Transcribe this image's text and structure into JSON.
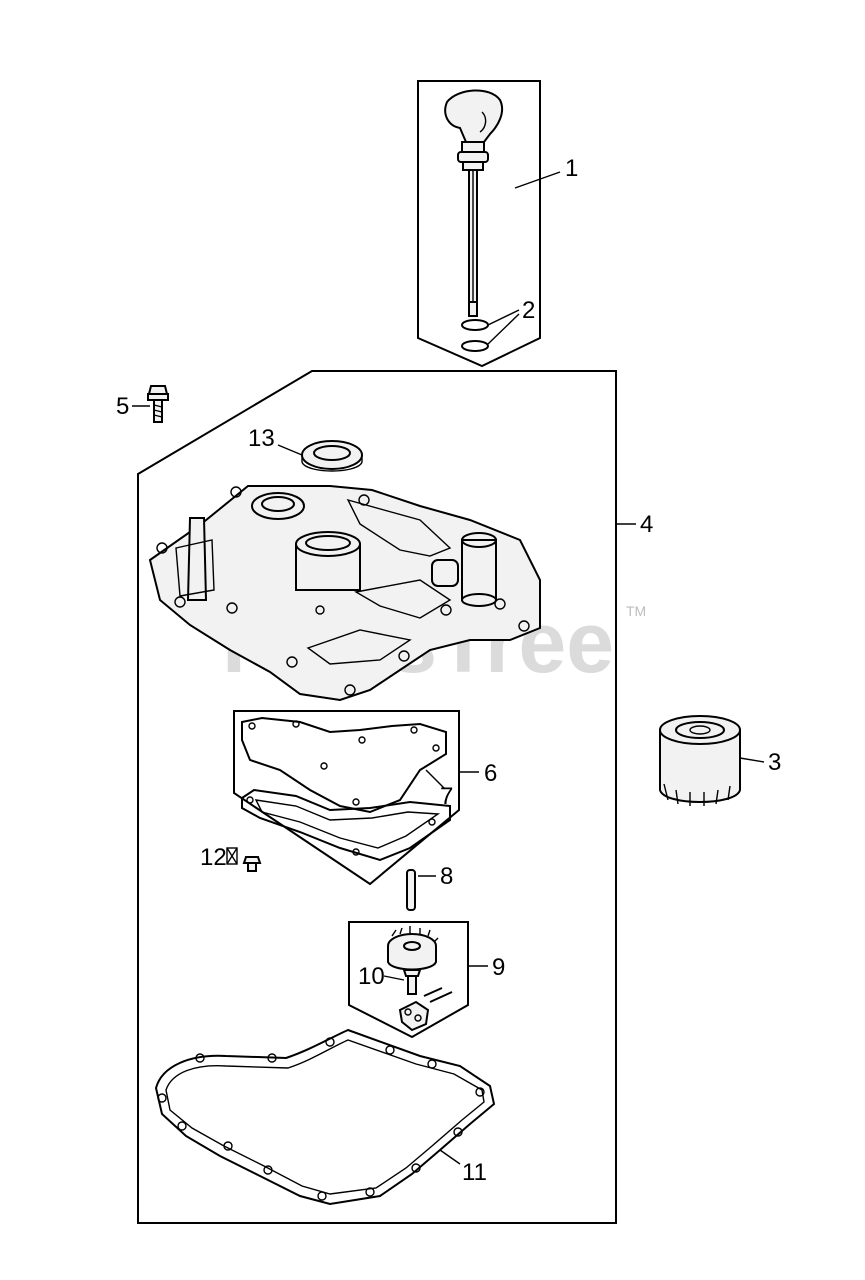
{
  "watermark": {
    "text": "PartsTree",
    "trademark": "TM"
  },
  "callouts": {
    "c1": "1",
    "c2": "2",
    "c3": "3",
    "c4": "4",
    "c5": "5",
    "c6": "6",
    "c7": "7",
    "c8": "8",
    "c9": "9",
    "c10": "10",
    "c11": "11",
    "c12": "12",
    "c13": "13"
  },
  "colors": {
    "line": "#000000",
    "watermark": "#cfcfcf",
    "background": "#ffffff"
  },
  "icons": {
    "bolt": "bolt-icon",
    "oil_filter": "oil-filter-icon",
    "dipstick": "dipstick-icon"
  }
}
